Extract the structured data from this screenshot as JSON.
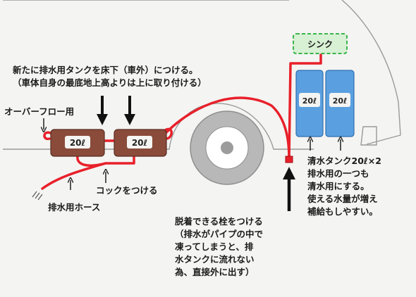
{
  "labels": {
    "sink": "シンク",
    "drain_tank_instruction": "新たに排水用タンクを床下（車外）につける。\n（車体自身の最底地上高よりは上に取り付ける）",
    "overflow": "オーバーフロー用",
    "valve": "コックをつける",
    "drain_hose": "排水用ホース",
    "plug": "脱着できる栓をつける\n（排水がパイプの中で\n凍ってしまうと、排\n水タンクに流れない\n為、直接外に出す）",
    "fresh_water": "清水タンク20ℓ×2\n排水用の一つも\n清水用にする。\n使える水量が増え\n補給もしやすい。"
  },
  "tanks": {
    "drain_left": "20ℓ",
    "drain_right": "20ℓ",
    "fresh_left": "20ℓ",
    "fresh_right": "20ℓ"
  },
  "colors": {
    "pipe": "#e8202a",
    "drain_tank": "#8a4b3a",
    "fresh_tank": "#5aa0e0",
    "sink": "#39b54a",
    "body_line": "#9a9a9a",
    "wheel": "#b4b4b4",
    "arrow": "#111111"
  }
}
